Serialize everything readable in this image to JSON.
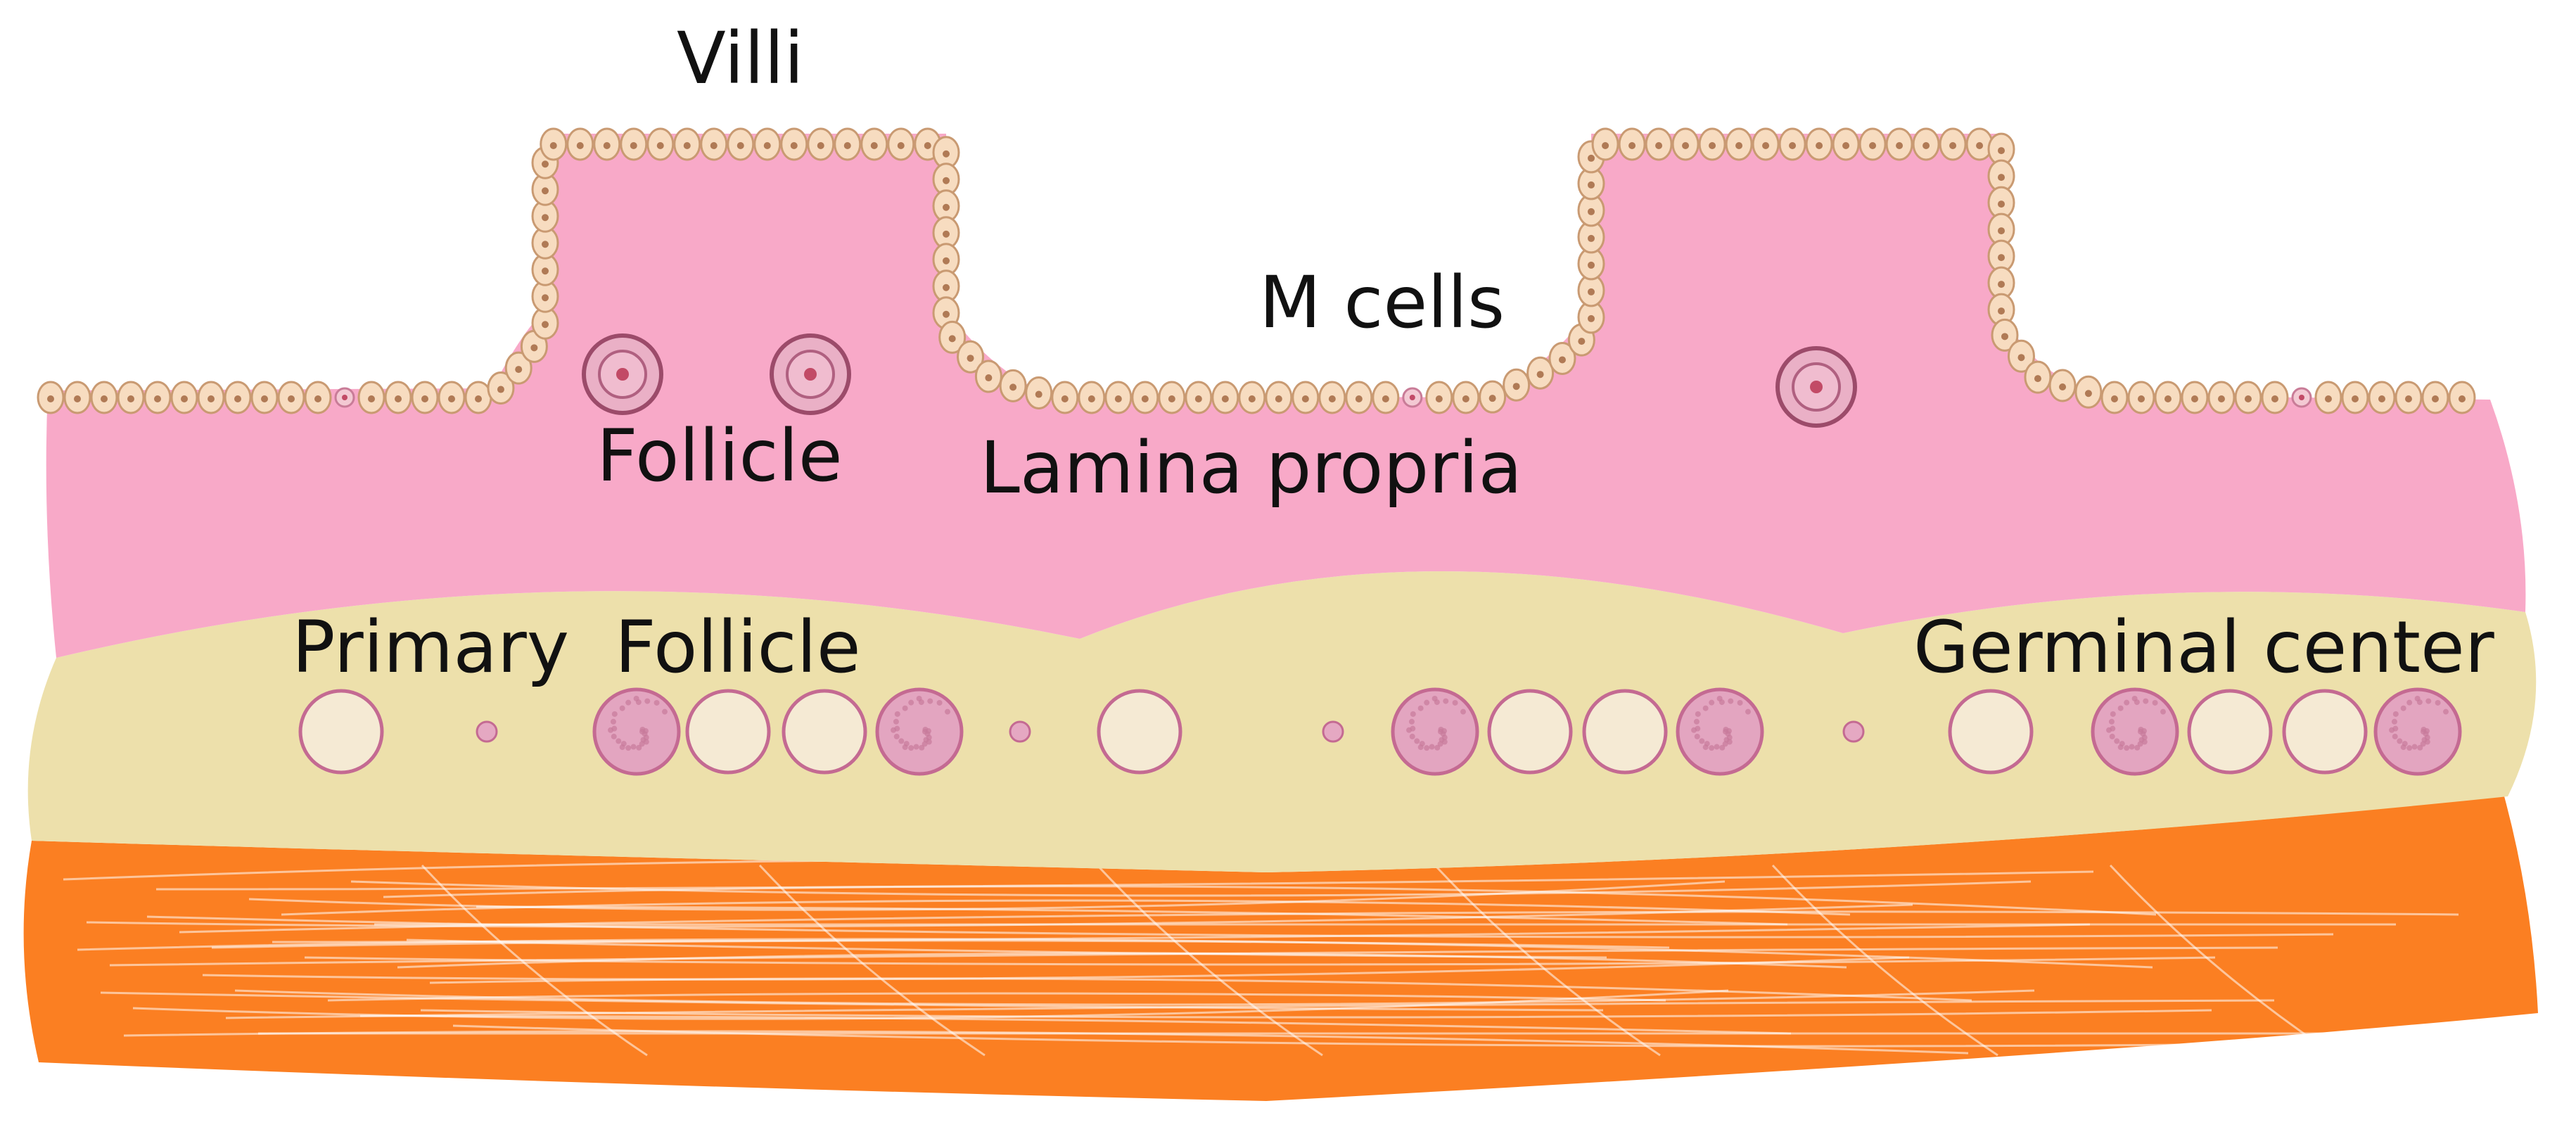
{
  "labels": {
    "villi": "Villi",
    "m_cells": "M cells",
    "follicle": "Follicle",
    "lamina_propria": "Lamina propria",
    "primary_follicle": "Primary  Follicle",
    "germinal_center": "Germinal center"
  },
  "colors": {
    "lamina_propria": "#f8a9c8",
    "submucosa": "#ede0ab",
    "muscle": "#fb7f22",
    "epithelial_cell": "#f7dcc0",
    "epithelial_outline": "#c99a72",
    "follicle_ring": "#c46a92",
    "germinal_fill": "#e3a5c0"
  }
}
